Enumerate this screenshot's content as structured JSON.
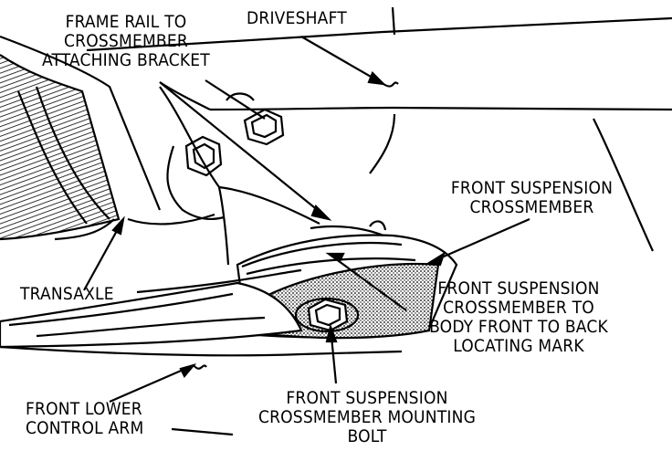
{
  "labels": {
    "frame_rail": [
      "FRAME RAIL TO",
      "CROSSMEMBER",
      "ATTACHING BRACKET"
    ],
    "driveshaft": "DRIVESHAFT",
    "crossmember": [
      "FRONT SUSPENSION",
      "CROSSMEMBER"
    ],
    "transaxle": "TRANSAXLE",
    "locating_mark": [
      "FRONT SUSPENSION",
      "CROSSMEMBER TO",
      "BODY FRONT TO BACK",
      "LOCATING MARK"
    ],
    "lower_arm": [
      "FRONT LOWER",
      "CONTROL ARM"
    ],
    "mounting_bolt": [
      "FRONT SUSPENSION",
      "CROSSMEMBER MOUNTING",
      "BOLT"
    ]
  },
  "colors": {
    "ink": "#000000",
    "paper": "#ffffff",
    "stipple": "#9a9a9a"
  }
}
